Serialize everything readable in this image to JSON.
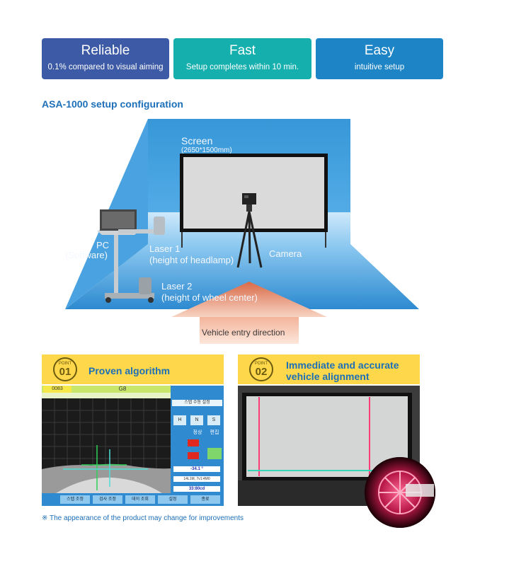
{
  "badges": [
    {
      "title": "Reliable",
      "subtitle": "0.1% compared to visual aiming",
      "color": "#3d5aa6"
    },
    {
      "title": "Fast",
      "subtitle": "Setup completes within 10 min.",
      "color": "#15afae"
    },
    {
      "title": "Easy",
      "subtitle": "intuitive setup",
      "color": "#1d84c6"
    }
  ],
  "section_title": "ASA-1000 setup configuration",
  "diagram": {
    "screen_label": "Screen",
    "screen_size": "(2650*1500mm)",
    "pc_label": "PC",
    "pc_sub": "(Software)",
    "laser1_label": "Laser 1",
    "laser1_sub": "(height of headlamp)",
    "camera_label": "Camera",
    "laser2_label": "Laser 2",
    "laser2_sub": "(height of wheel center)",
    "entry_label": "Vehicle entry direction"
  },
  "points": [
    {
      "badge_word": "POINT",
      "number": "01",
      "title_line1": "Proven algorithm",
      "title_line2": ""
    },
    {
      "badge_word": "POINT",
      "number": "02",
      "title_line1": "Immediate and accurate",
      "title_line2": "vehicle alignment"
    }
  ],
  "software": {
    "header_left": "0083",
    "header_mid": "G8",
    "panel_title": "스텝 수동 설정",
    "btn_h": "H",
    "btn_n": "N",
    "btn_s": "S",
    "status_ok": "정상",
    "status_edit": "편집",
    "val1": "-34.1 °",
    "val2": "14L1M, 7v1:4M0",
    "val3": "33:80cd",
    "tabs": [
      "스텝 조정",
      "검사 조정",
      "데이 조회",
      "설정",
      "종료"
    ]
  },
  "note": "※ The appearance of the product may change for improvements",
  "colors": {
    "reliable": "#3d5aa6",
    "fast": "#15afae",
    "easy": "#1d84c6",
    "point_yellow": "#fed84a",
    "title_blue": "#1d6fb8"
  }
}
